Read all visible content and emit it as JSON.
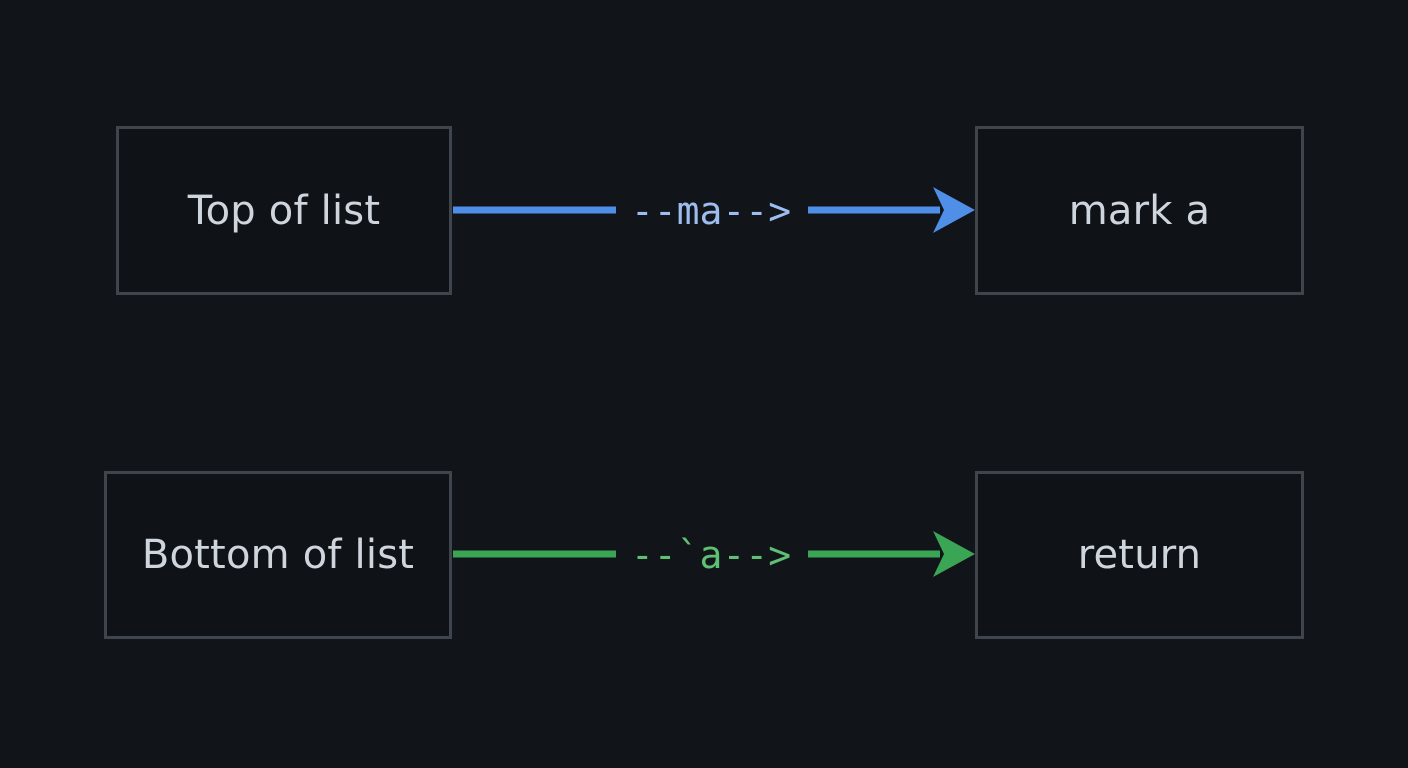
{
  "diagram": {
    "nodes": {
      "top_of_list": "Top of list",
      "mark_a": "mark a",
      "bottom_of_list": "Bottom of list",
      "return": "return"
    },
    "edges": [
      {
        "from": "Top of list",
        "to": "mark a",
        "label": "--ma-->",
        "color": "#4f8fe8"
      },
      {
        "from": "Bottom of list",
        "to": "return",
        "label": "--`a-->",
        "color": "#3aa655"
      }
    ]
  },
  "colors": {
    "background": "#111419",
    "node_border": "#3f454d",
    "node_text": "#cfd5dd",
    "blue_edge": "#4f8fe8",
    "blue_label": "#9dbdf0",
    "green_edge": "#3aa655",
    "green_label": "#5fbf75"
  }
}
